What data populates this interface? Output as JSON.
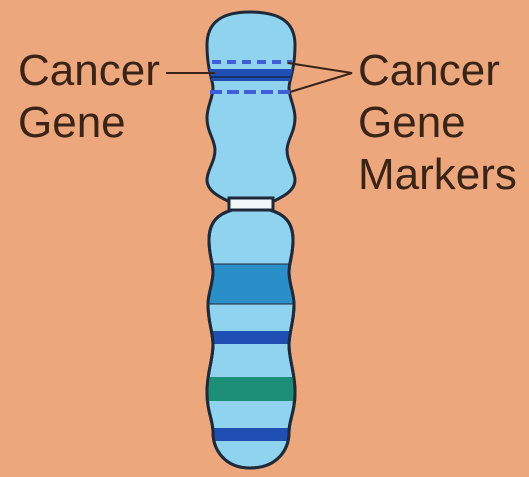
{
  "left_label": {
    "line1": "Cancer",
    "line2": "Gene"
  },
  "right_label": {
    "line1": "Cancer",
    "line2": "Gene",
    "line3": "Markers"
  },
  "colors": {
    "background": "#eda77c",
    "chromosome": "#8fd3ef",
    "outline": "#1e2a3a",
    "centromere": "#f2f7f8",
    "band_dark_blue": "#1f4fb3",
    "band_mid_blue": "#2a8fc8",
    "band_green": "#1d8f78",
    "marker_dash": "#3f5ed8",
    "text": "#3a2418"
  }
}
